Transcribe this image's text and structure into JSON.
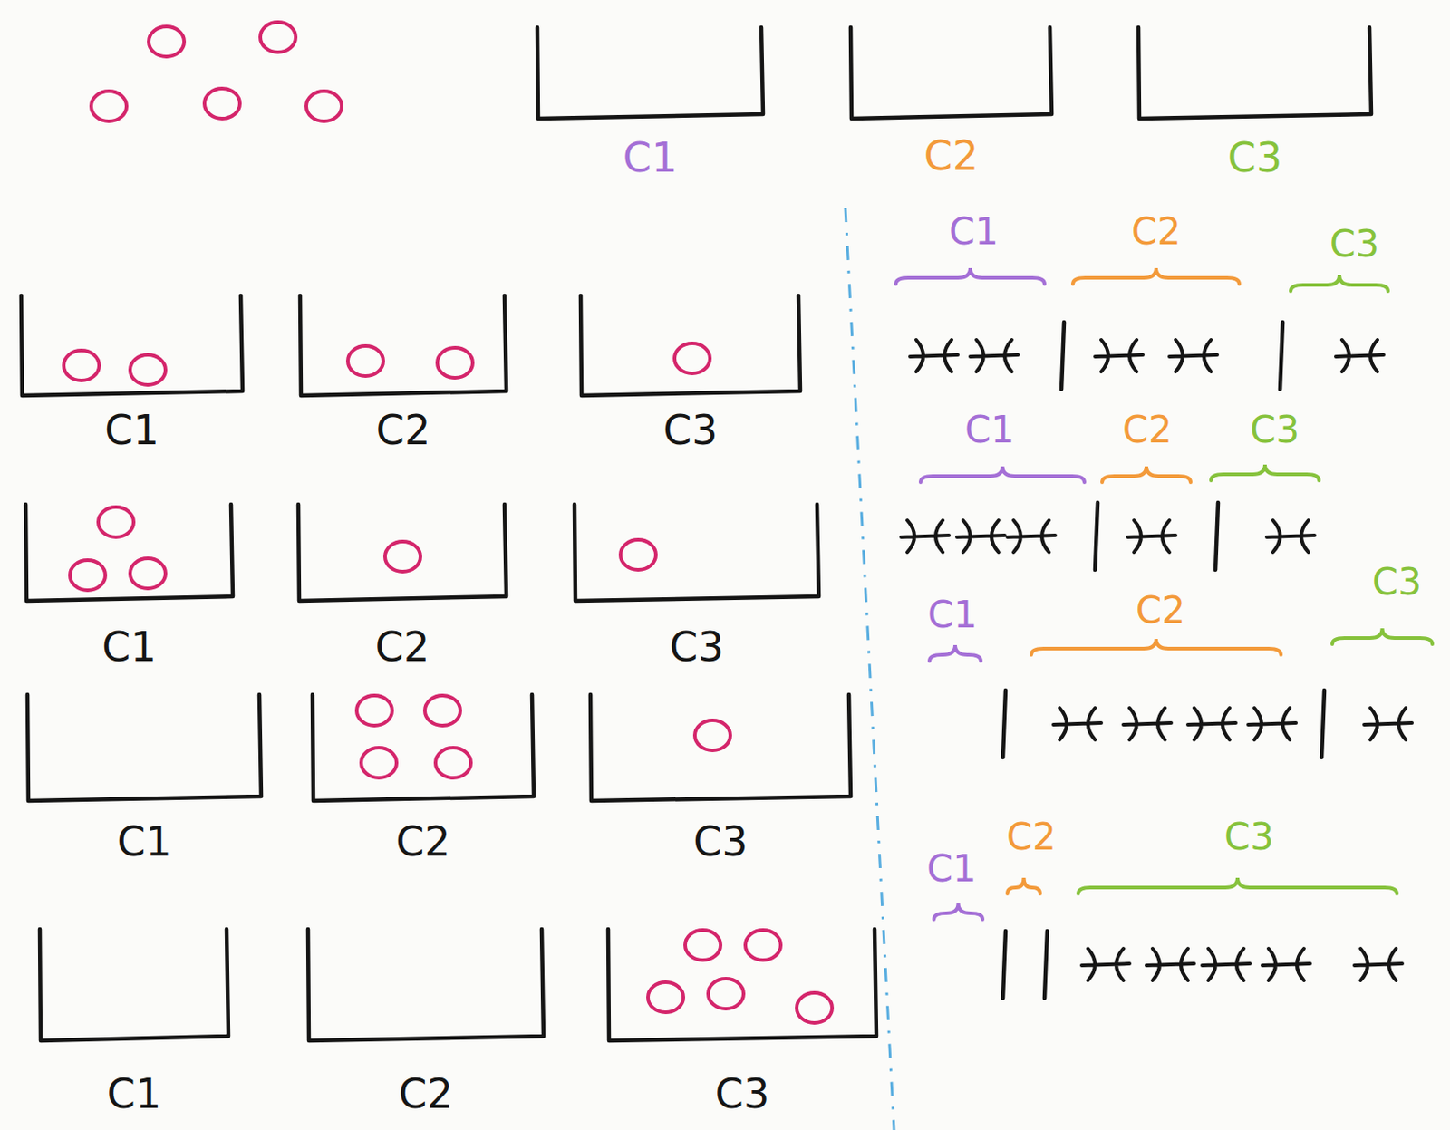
{
  "diagram": {
    "nodes": [
      {
        "text": [
          "C1"
        ]
      },
      {
        "text": [
          "C2"
        ]
      },
      {
        "text": [
          "C3"
        ]
      },
      {
        "text": [
          "C1"
        ]
      },
      {
        "text": [
          "C2"
        ]
      },
      {
        "text": [
          "C3"
        ]
      },
      {
        "text": [
          "C1"
        ]
      },
      {
        "text": [
          "C2"
        ]
      },
      {
        "text": [
          "C3"
        ]
      },
      {
        "text": [
          "C1"
        ]
      },
      {
        "text": [
          "C2"
        ]
      },
      {
        "text": [
          "C3"
        ]
      },
      {
        "text": [
          "C1"
        ]
      },
      {
        "text": [
          "C2"
        ]
      },
      {
        "text": [
          "C3"
        ]
      }
    ],
    "labels": [
      "C1",
      "C2",
      "C3",
      "C1",
      "C2",
      "C3",
      "C1",
      "C2",
      "C3",
      "C1",
      "C2",
      "C3"
    ]
  }
}
